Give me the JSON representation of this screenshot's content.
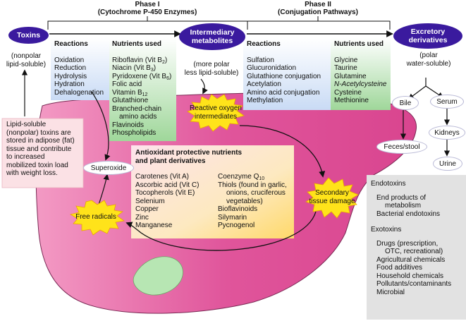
{
  "phase1": {
    "title": "Phase I",
    "subtitle": "(Cytochrome P-450 Enzymes)"
  },
  "phase2": {
    "title": "Phase II",
    "subtitle": "(Conjugation Pathways)"
  },
  "toxins": {
    "label": "Toxins",
    "note_line1": "(nonpolar",
    "note_line2": "lipid-soluble)"
  },
  "intermediary": {
    "label_line1": "Intermediary",
    "label_line2": "metabolites",
    "note_line1": "(more polar",
    "note_line2": "less lipid-soluble)"
  },
  "excretory": {
    "label_line1": "Excretory",
    "label_line2": "derivatives",
    "note_line1": "(polar",
    "note_line2": "water-soluble)"
  },
  "phase1_reactions": {
    "header": "Reactions",
    "items": [
      "Oxidation",
      "Reduction",
      "Hydrolysis",
      "Hydration",
      "Dehalogenation"
    ]
  },
  "phase1_nutrients": {
    "header": "Nutrients used",
    "riboflavin": "Riboflavin (Vit B",
    "riboflavin_sub": "2",
    "niacin": "Niacin (Vit B",
    "niacin_sub": "3",
    "pyridoxene": "Pyridoxene (Vit B",
    "pyridoxene_sub": "6",
    "folic": "Folic acid",
    "vitb12": "Vitamin B",
    "vitb12_sub": "12",
    "glutathione": "Glutathione",
    "bcaa1": "Branched-chain",
    "bcaa2": "amino acids",
    "flavinoids": "Flavinoids",
    "phospholipids": "Phospholipids",
    "close": ")"
  },
  "phase2_reactions": {
    "header": "Reactions",
    "items": [
      "Sulfation",
      "Glucuronidation",
      "Glutathione conjugation",
      "Acetylation",
      "Amino acid conjugation",
      "Methylation"
    ]
  },
  "phase2_nutrients": {
    "header": "Nutrients used",
    "items": [
      "Glycine",
      "Taurine",
      "Glutamine",
      "N-Acetylcysteine",
      "Cysteine",
      "Methionine"
    ]
  },
  "ros": {
    "line1": "Reactive oxygen",
    "line2": "intermediates"
  },
  "secondary": {
    "line1": "Secondary",
    "line2": "tissue damage"
  },
  "free_radicals": "Free radicals",
  "superoxide": "Superoxide",
  "lipid_note": [
    "Lipid-soluble",
    "(nonpolar) toxins are",
    "stored in adipose (fat)",
    "tissue and contribute",
    "to increased",
    "mobilized toxin load",
    "with weight loss."
  ],
  "antioxidant": {
    "title_line1": "Antioxidant protective nutrients",
    "title_line2": "and plant derivatives",
    "col1": [
      "Carotenes (Vit A)",
      "Ascorbic acid (Vit C)",
      "Tocopherols (Vit E)",
      "Selenium",
      "Copper",
      "Zinc",
      "Manganese"
    ],
    "coenzyme": "Coenzyme Q",
    "coenzyme_sub": "10",
    "thiols": [
      "Thiols (found in garlic,",
      "onions, cruciferous",
      "vegetables)"
    ],
    "col2_rest": [
      "Bioflavinoids",
      "Silymarin",
      "Pycnogenol"
    ]
  },
  "routes": {
    "bile": "Bile",
    "serum": "Serum",
    "kidneys": "Kidneys",
    "feces": "Feces/stool",
    "urine": "Urine"
  },
  "endotoxins": {
    "title": "Endotoxins",
    "items": [
      "End products of",
      "metabolism",
      "Bacterial endotoxins"
    ]
  },
  "exotoxins": {
    "title": "Exotoxins",
    "items": [
      "Drugs (prescription,",
      "OTC, recreational)",
      "Agricultural chemicals",
      "Food additives",
      "Household chemicals",
      "Pollutants/contaminants",
      "Microbial"
    ]
  },
  "colors": {
    "liver": "#e0559b",
    "liver_light": "#f4b4d2",
    "gallbladder": "#b7e6b3",
    "oval_purple": "#3a1a9e",
    "blue_box": "#cfe0f7",
    "green_box": "#a8dca3",
    "sidebar_grey": "#e2e2e2",
    "starburst": "#ffe31a"
  }
}
